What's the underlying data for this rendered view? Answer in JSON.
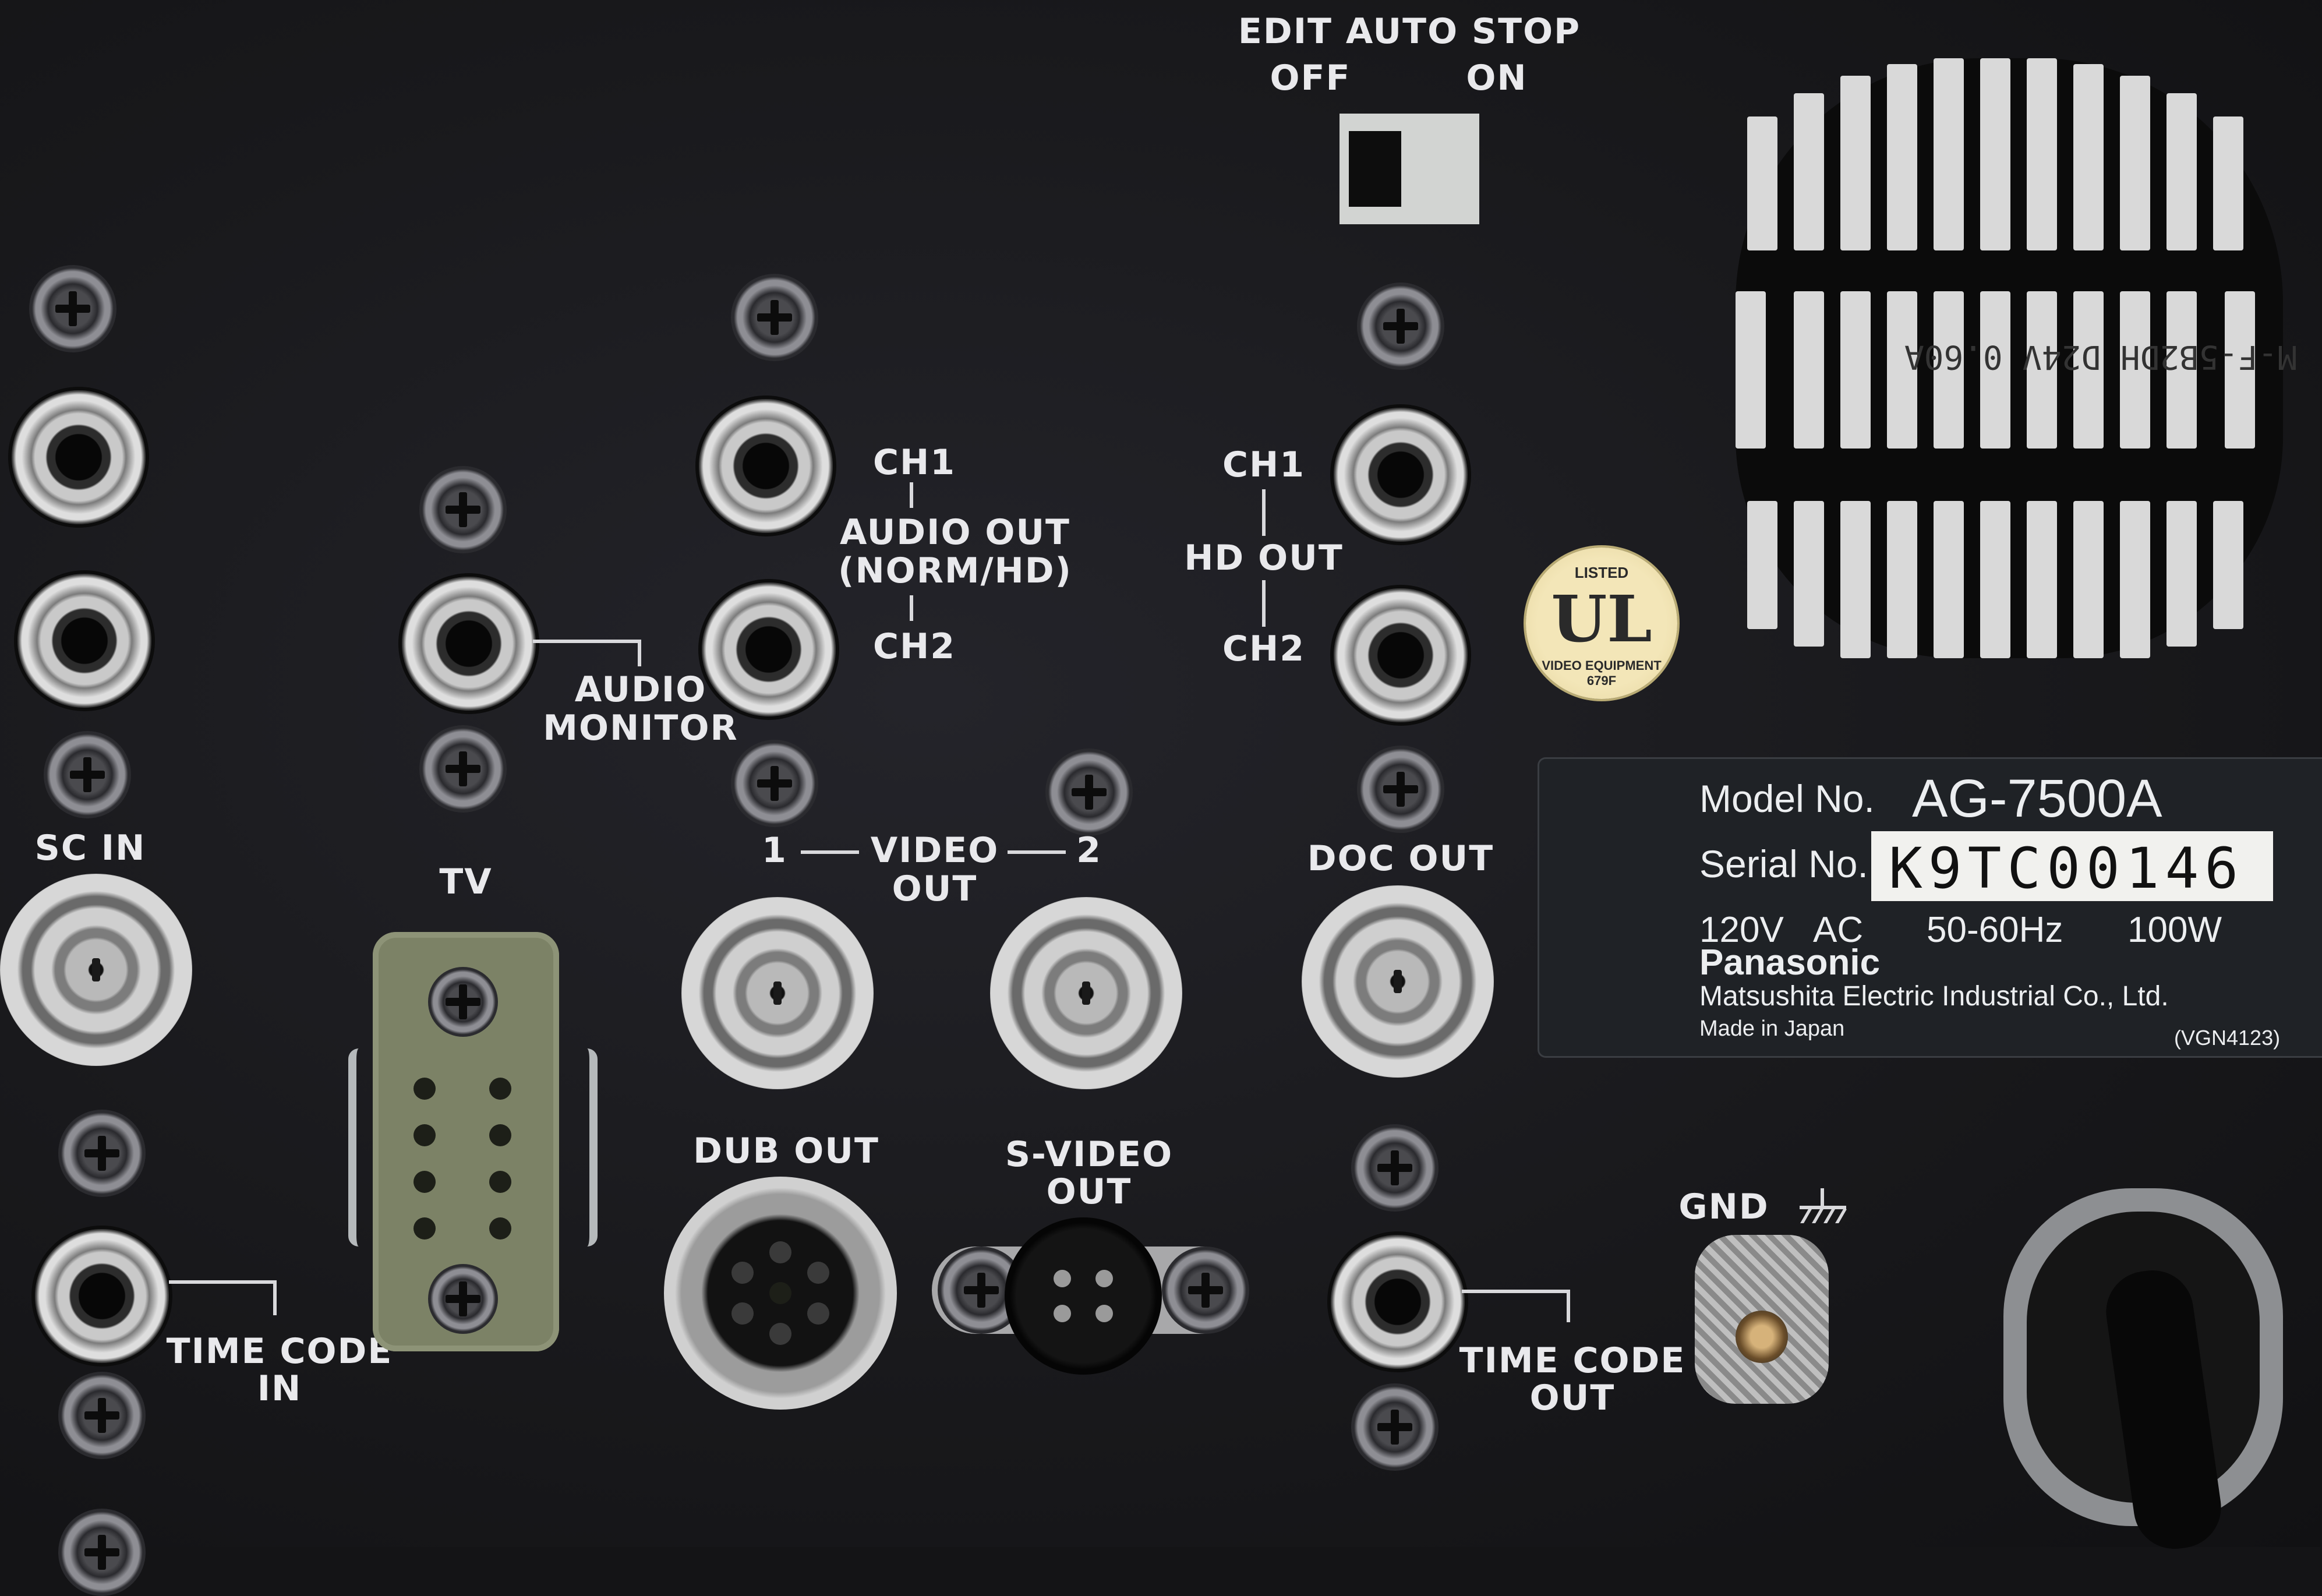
{
  "top_switch": {
    "title": "EDIT AUTO STOP",
    "off": "OFF",
    "on": "ON"
  },
  "audio_out": {
    "ch1": "CH1",
    "line1": "AUDIO OUT",
    "line2": "(NORM/HD)",
    "ch2": "CH2"
  },
  "hd_out": {
    "ch1": "CH1",
    "label": "HD OUT",
    "ch2": "CH2"
  },
  "audio_monitor": {
    "line1": "AUDIO",
    "line2": "MONITOR"
  },
  "sc_in": "SC IN",
  "tv": "TV",
  "video_out": {
    "one": "1",
    "label": "VIDEO",
    "two": "2",
    "out": "OUT"
  },
  "doc_out": "DOC OUT",
  "dub_out": "DUB OUT",
  "s_video_out": {
    "line1": "S-VIDEO",
    "line2": "OUT"
  },
  "gnd": "GND",
  "time_code_in": {
    "line1": "TIME CODE",
    "line2": "IN"
  },
  "time_code_out": {
    "line1": "TIME CODE",
    "line2": "OUT"
  },
  "ul_mark": {
    "top": "LISTED",
    "logo": "UL",
    "bottom": "VIDEO EQUIPMENT 679F"
  },
  "vent_label": "M-F-5B2DH D24V 0.60A",
  "label_plate": {
    "model_label": "Model No.",
    "model_value": "AG-7500A",
    "serial_label": "Serial No.",
    "serial_value": "K9TC00146",
    "voltage": "120V",
    "current": "AC",
    "frequency": "50-60Hz",
    "power": "100W",
    "brand": "Panasonic",
    "manufacturer": "Matsushita Electric Industrial Co., Ltd.",
    "origin": "Made in Japan",
    "code": "(VGN4123)"
  }
}
